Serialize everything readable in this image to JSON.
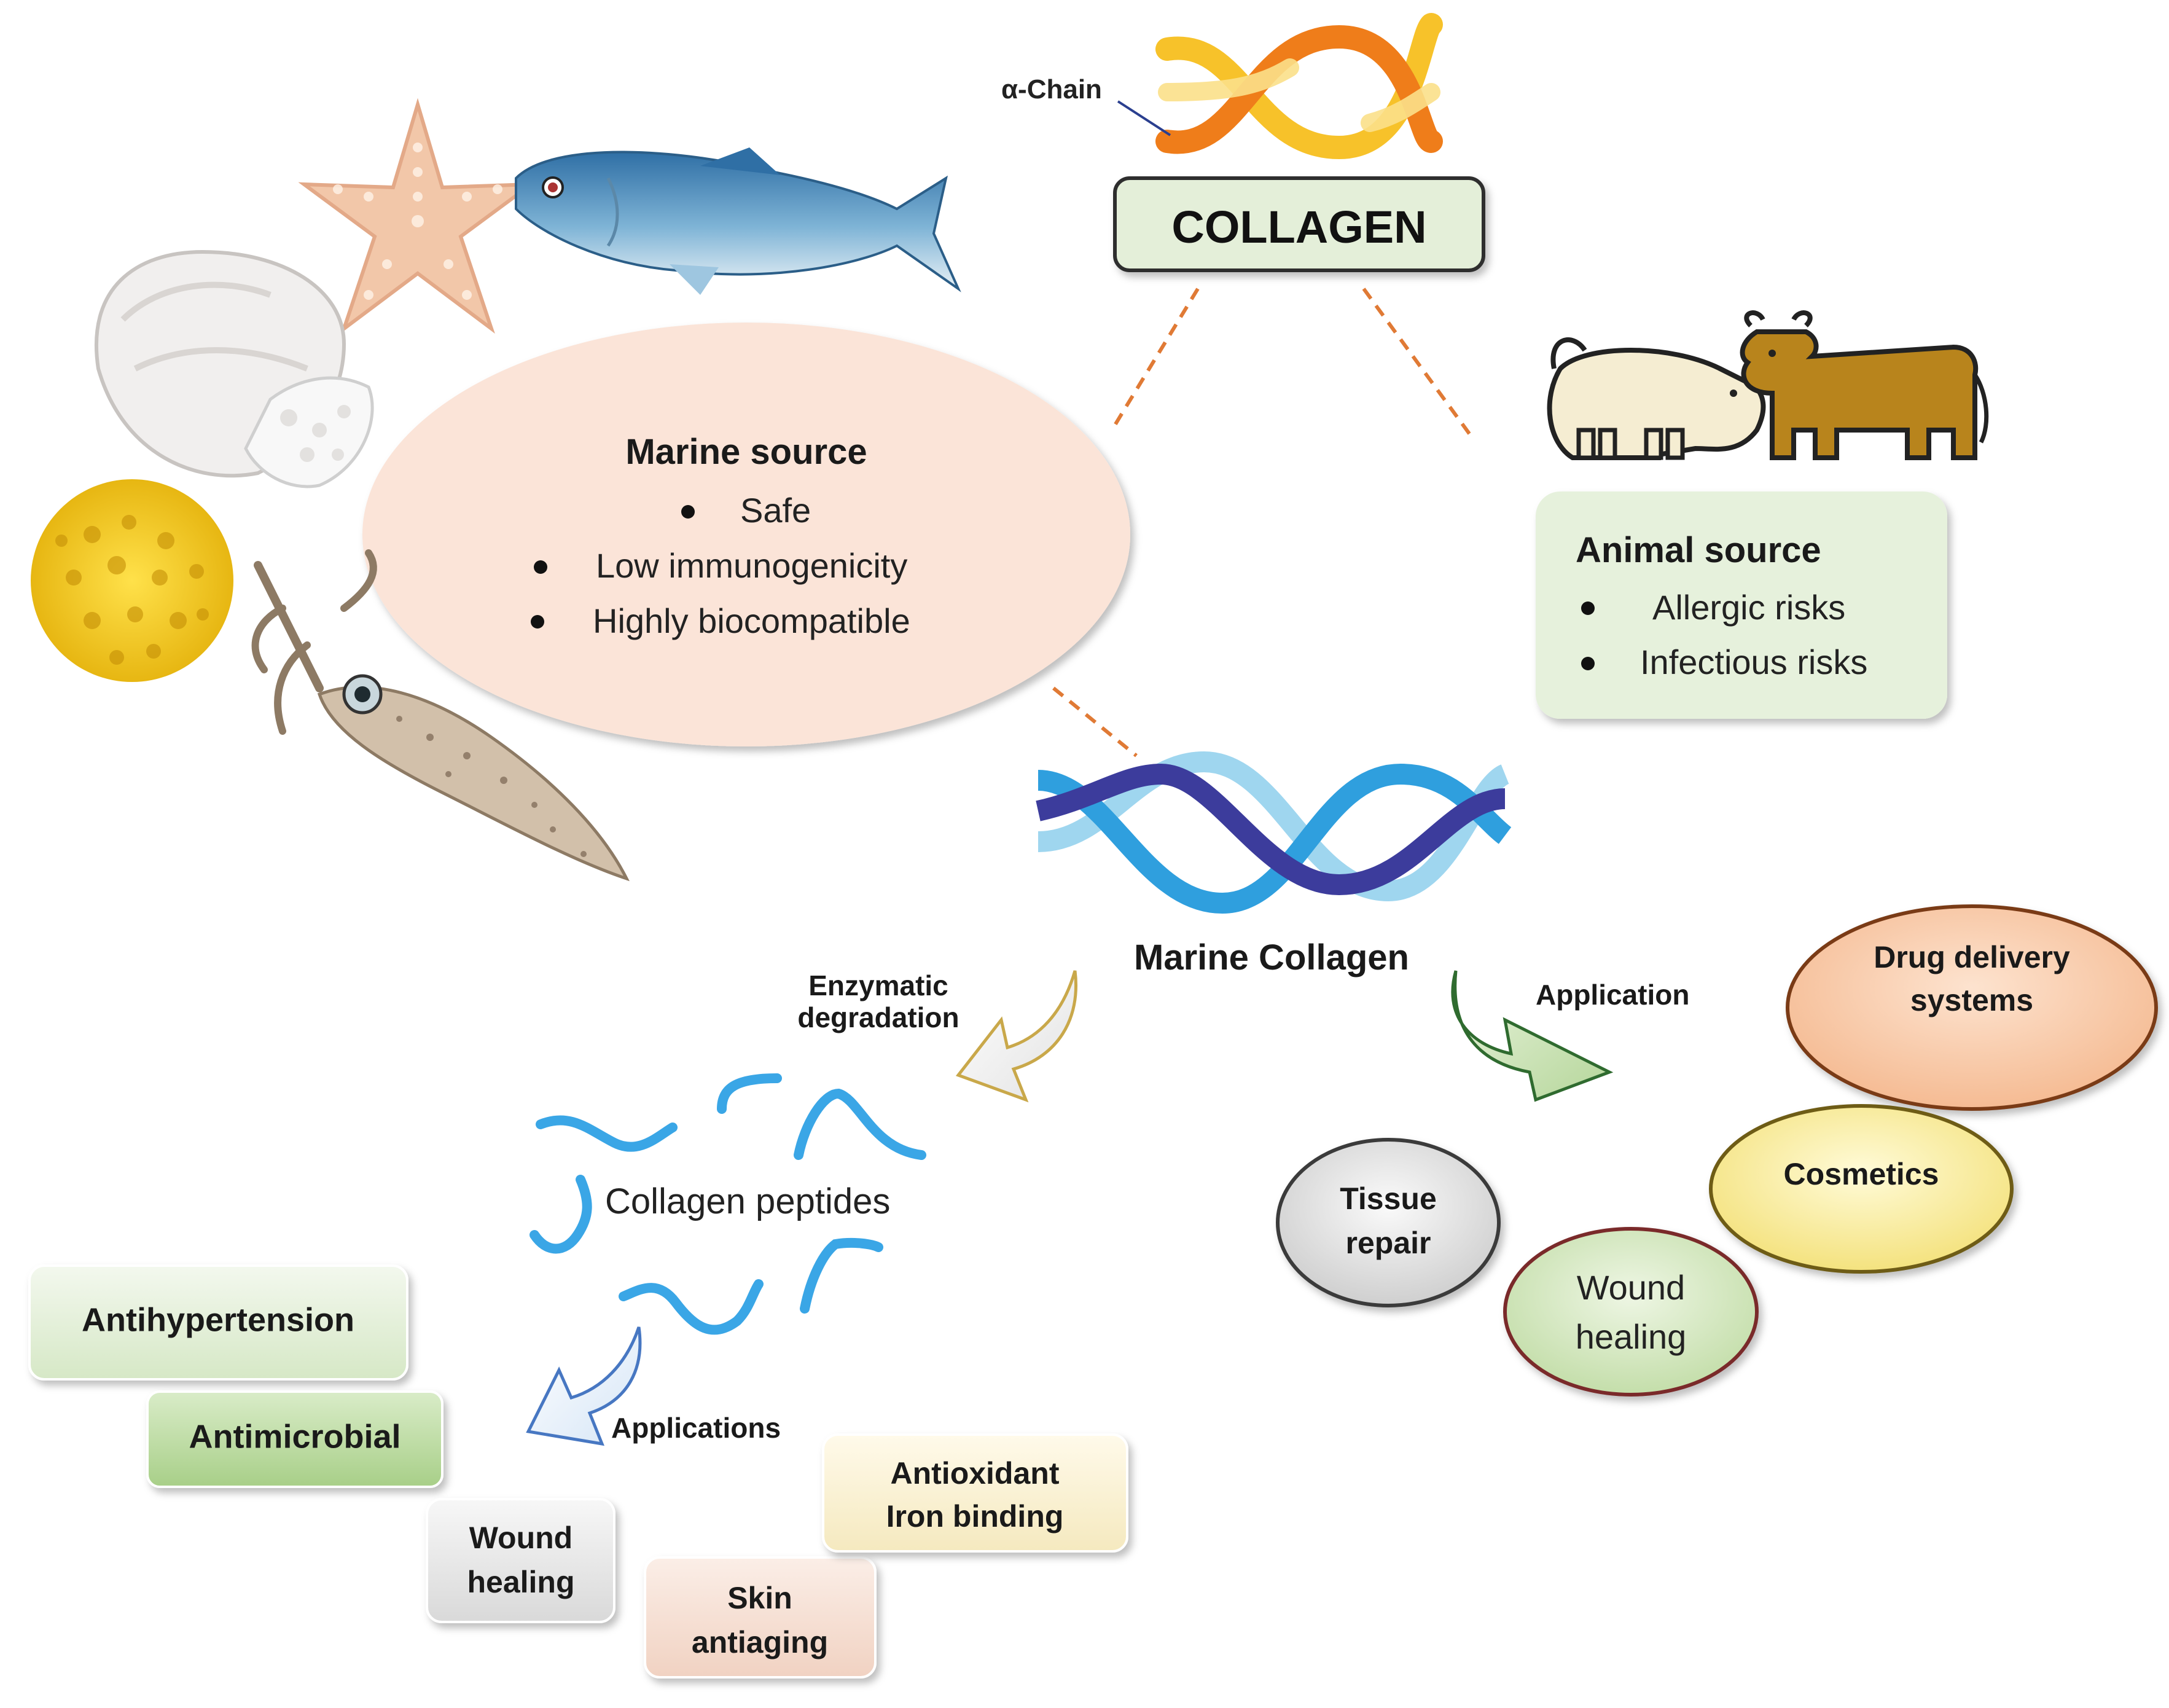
{
  "alpha_chain_label": "α-Chain",
  "collagen_title": "COLLAGEN",
  "marine_source": {
    "title": "Marine source",
    "items": [
      "Safe",
      "Low immunogenicity",
      "Highly biocompatible"
    ]
  },
  "animal_source": {
    "title": "Animal source",
    "items": [
      "Allergic risks",
      "Infectious risks"
    ]
  },
  "marine_collagen_label": "Marine Collagen",
  "enzymatic_label": [
    "Enzymatic",
    "degradation"
  ],
  "application_label": "Application",
  "applications_label": "Applications",
  "collagen_peptides_label": "Collagen peptides",
  "peptide_applications": {
    "antihypertension": "Antihypertension",
    "antimicrobial": "Antimicrobial",
    "wound_healing": [
      "Wound",
      "healing"
    ],
    "skin_antiaging": [
      "Skin",
      "antiaging"
    ],
    "antioxidant": [
      "Antioxidant",
      "Iron binding"
    ]
  },
  "collagen_applications": {
    "drug_delivery": [
      "Drug delivery",
      "systems"
    ],
    "cosmetics": "Cosmetics",
    "tissue_repair": [
      "Tissue",
      "repair"
    ],
    "wound_healing": [
      "Wound",
      "healing"
    ]
  },
  "colors": {
    "helix_orange": "#ef7d1a",
    "helix_yellow": "#f7c22a",
    "helix_dark_blue": "#3c3c9c",
    "helix_blue": "#2f9fde",
    "helix_light_blue": "#9fd6ef",
    "dashed_line": "#e07a35",
    "marine_ellipse": "#fbe4d8",
    "animal_box": "#e6f1dc",
    "peptide_blue": "#3aa6e6"
  },
  "icons": [
    "starfish-icon",
    "fish-icon",
    "jellyfish-icon",
    "sea-sponge-icon",
    "squid-icon",
    "pig-icon",
    "cow-icon"
  ]
}
